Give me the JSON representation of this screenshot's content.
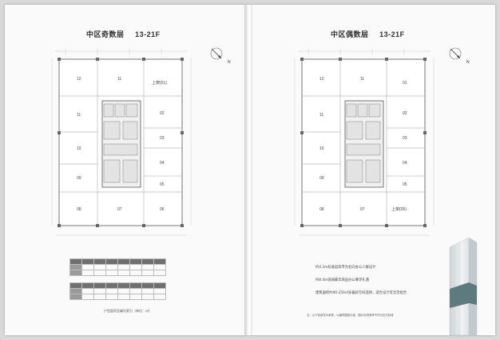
{
  "left_page": {
    "title_zone": "中区奇数层",
    "title_floors": "13-21F",
    "compass_label": "N",
    "units": [
      "12",
      "11",
      "上架(01)",
      "11",
      "02",
      "10",
      "03",
      "04",
      "09",
      "05",
      "08",
      "07",
      "06"
    ],
    "table_note": "户型面积及编号索引（单位：㎡）"
  },
  "right_page": {
    "title_zone": "中区偶数层",
    "title_floors": "13-21F",
    "compass_label": "N",
    "units": [
      "12",
      "11",
      "01",
      "11",
      "02",
      "10",
      "03",
      "04",
      "09",
      "05",
      "08",
      "07",
      "上架(06)"
    ],
    "descriptions": [
      "约4.2m标准层高专为北向办公人群设计",
      "约8.4m宽阔豪华商品办公尊享礼遇",
      "建筑面积约90-250㎡多偏好空间选择，适合设计可灵活组合"
    ],
    "footer_note": "注：以下信息仅为参考，以最终图纸为准，图示仅供参考不作为交付标准"
  },
  "colors": {
    "accent": "#5b7b7e",
    "line": "#8a8a8a"
  }
}
